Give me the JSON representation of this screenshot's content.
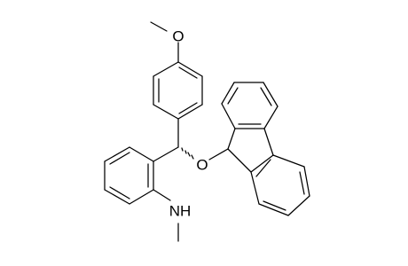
{
  "molecule": {
    "atom_labels": {
      "methoxy_oxygen": "O",
      "ether_oxygen": "O",
      "amine": "NH"
    }
  }
}
